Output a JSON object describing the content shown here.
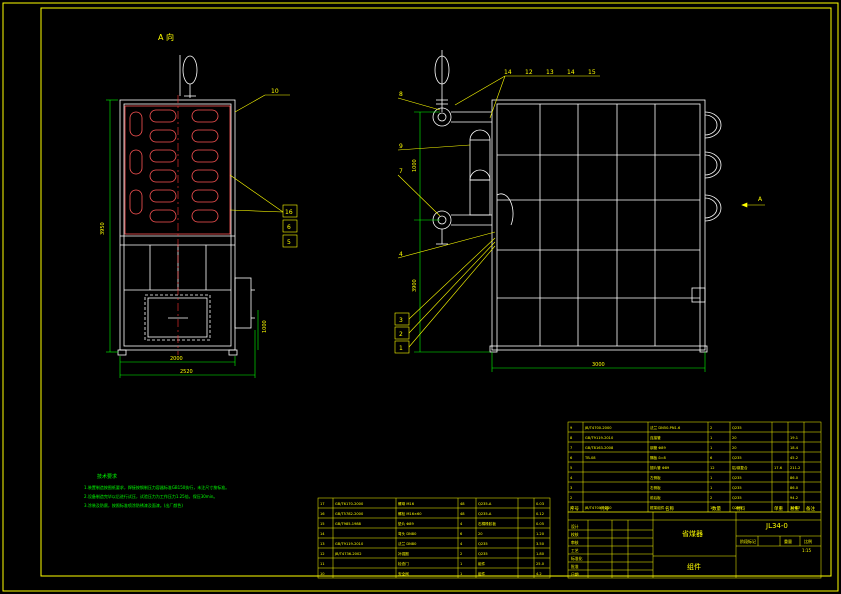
{
  "view_label": "A 向",
  "section_marker": "A",
  "colors": {
    "background": "#000000",
    "frame": "#ffff00",
    "outline": "#ffffff",
    "centerline": "#ff3333",
    "dimension": "#00ff00",
    "table_text": "#ffff00"
  },
  "left_view": {
    "leader_labels": [
      "10",
      "16",
      "6",
      "5"
    ],
    "dims": {
      "height": "3950",
      "inner_width": "2000",
      "outer_width": "2520",
      "side": "1000"
    }
  },
  "front_view": {
    "top_callouts": [
      "14",
      "12",
      "13",
      "14",
      "15"
    ],
    "left_callouts": [
      "8",
      "9",
      "7",
      "4",
      "3",
      "2",
      "1"
    ],
    "dims": {
      "height_upper": "1000",
      "height_total": "3900",
      "width": "3000"
    }
  },
  "notes": {
    "title": "技术要求",
    "lines": [
      "1.装置制造按图纸要求，焊接按钢制压力容器标准GB150执行，未注尺寸按标准。",
      "2.设备制造完毕以后进行试压，试验压力为工作压力1.25倍，保压30min。",
      "3.涂装及防腐，按照标准喷涂防锈漆及面漆。(出厂颜色)"
    ]
  },
  "right_table": {
    "rows": [
      [
        "9",
        "JB/T4700-2000",
        "法兰 DN50-PN1.6",
        "2",
        "Q235",
        "",
        "",
        ""
      ],
      [
        "8",
        "GB/T9119-2010",
        "连接管",
        "1",
        "20",
        "",
        "19.1",
        ""
      ],
      [
        "7",
        "GB/T8163-2008",
        "钢管 Φ89",
        "1",
        "20",
        "",
        "18.4",
        ""
      ],
      [
        "6",
        "TB-08",
        "隔板 δ=8",
        "6",
        "Q235",
        "",
        "45.2",
        ""
      ],
      [
        "5",
        "",
        "翅片管 Φ89",
        "12",
        "铝/钢复合",
        "17.6",
        "211.2",
        ""
      ],
      [
        "4",
        "",
        "左侧板",
        "1",
        "Q235",
        "",
        "86.0",
        ""
      ],
      [
        "3",
        "",
        "右侧板",
        "1",
        "Q235",
        "",
        "86.0",
        ""
      ],
      [
        "2",
        "",
        "前后板",
        "2",
        "Q235",
        "",
        "94.2",
        ""
      ],
      [
        "1",
        "JB/T4700-2000",
        "框架组件",
        "1",
        "Q235",
        "",
        "306.7",
        ""
      ]
    ],
    "header": [
      "序号",
      "代号",
      "名称",
      "数量",
      "材料",
      "单重",
      "总重",
      "备注"
    ]
  },
  "left_table": {
    "rows": [
      [
        "17",
        "GB/T6170-2000",
        "螺母 M16",
        "48",
        "Q235-A",
        "",
        "",
        "0.03"
      ],
      [
        "16",
        "GB/T5782-2000",
        "螺栓 M16×60",
        "48",
        "Q235-A",
        "",
        "",
        "0.12"
      ],
      [
        "15",
        "GB/T985-1988",
        "垫片 Φ89",
        "4",
        "石棉橡胶板",
        "",
        "",
        "0.05"
      ],
      [
        "14",
        "",
        "弯头 DN80",
        "6",
        "20",
        "",
        "",
        "1.20"
      ],
      [
        "13",
        "GB/T9119-2010",
        "法兰 DN80",
        "4",
        "Q235",
        "",
        "",
        "3.50"
      ],
      [
        "12",
        "JB/T4736-2002",
        "补强圈",
        "2",
        "Q235",
        "",
        "",
        "1.80"
      ],
      [
        "11",
        "",
        "检查门",
        "1",
        "组件",
        "",
        "",
        "25.0"
      ],
      [
        "10",
        "",
        "安全阀",
        "1",
        "组件",
        "",
        "",
        "4.2"
      ]
    ]
  },
  "title_block": {
    "drawing_no": "JL34-0",
    "name": "省煤器",
    "stage": "组件",
    "labels": [
      "设计",
      "校核",
      "审核",
      "工艺",
      "标准化",
      "批准",
      "日期"
    ],
    "scale_labels": [
      "阶段标记",
      "重量",
      "比例"
    ],
    "scale": "1:15"
  }
}
